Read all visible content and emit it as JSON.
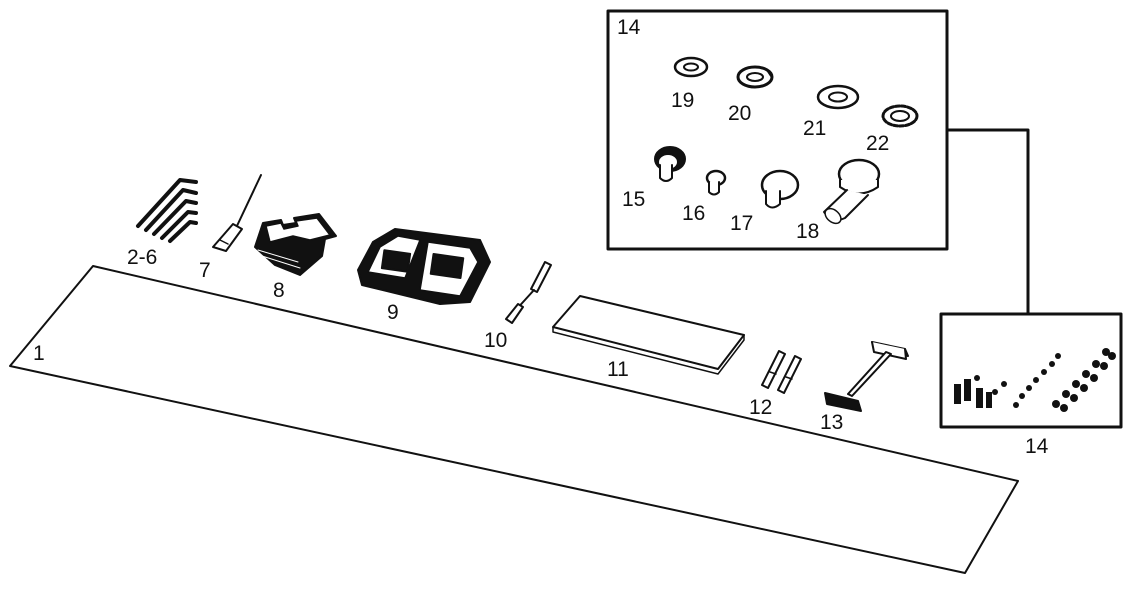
{
  "diagram": {
    "parts": [
      {
        "id": "1",
        "label": "1"
      },
      {
        "id": "2-6",
        "label": "2-6"
      },
      {
        "id": "7",
        "label": "7"
      },
      {
        "id": "8",
        "label": "8"
      },
      {
        "id": "9",
        "label": "9"
      },
      {
        "id": "10",
        "label": "10"
      },
      {
        "id": "11",
        "label": "11"
      },
      {
        "id": "12",
        "label": "12"
      },
      {
        "id": "13",
        "label": "13"
      },
      {
        "id": "14",
        "label": "14"
      }
    ],
    "detail": {
      "title": "14",
      "parts": [
        {
          "id": "15",
          "label": "15"
        },
        {
          "id": "16",
          "label": "16"
        },
        {
          "id": "17",
          "label": "17"
        },
        {
          "id": "18",
          "label": "18"
        },
        {
          "id": "19",
          "label": "19"
        },
        {
          "id": "20",
          "label": "20"
        },
        {
          "id": "21",
          "label": "21"
        },
        {
          "id": "22",
          "label": "22"
        }
      ]
    }
  }
}
